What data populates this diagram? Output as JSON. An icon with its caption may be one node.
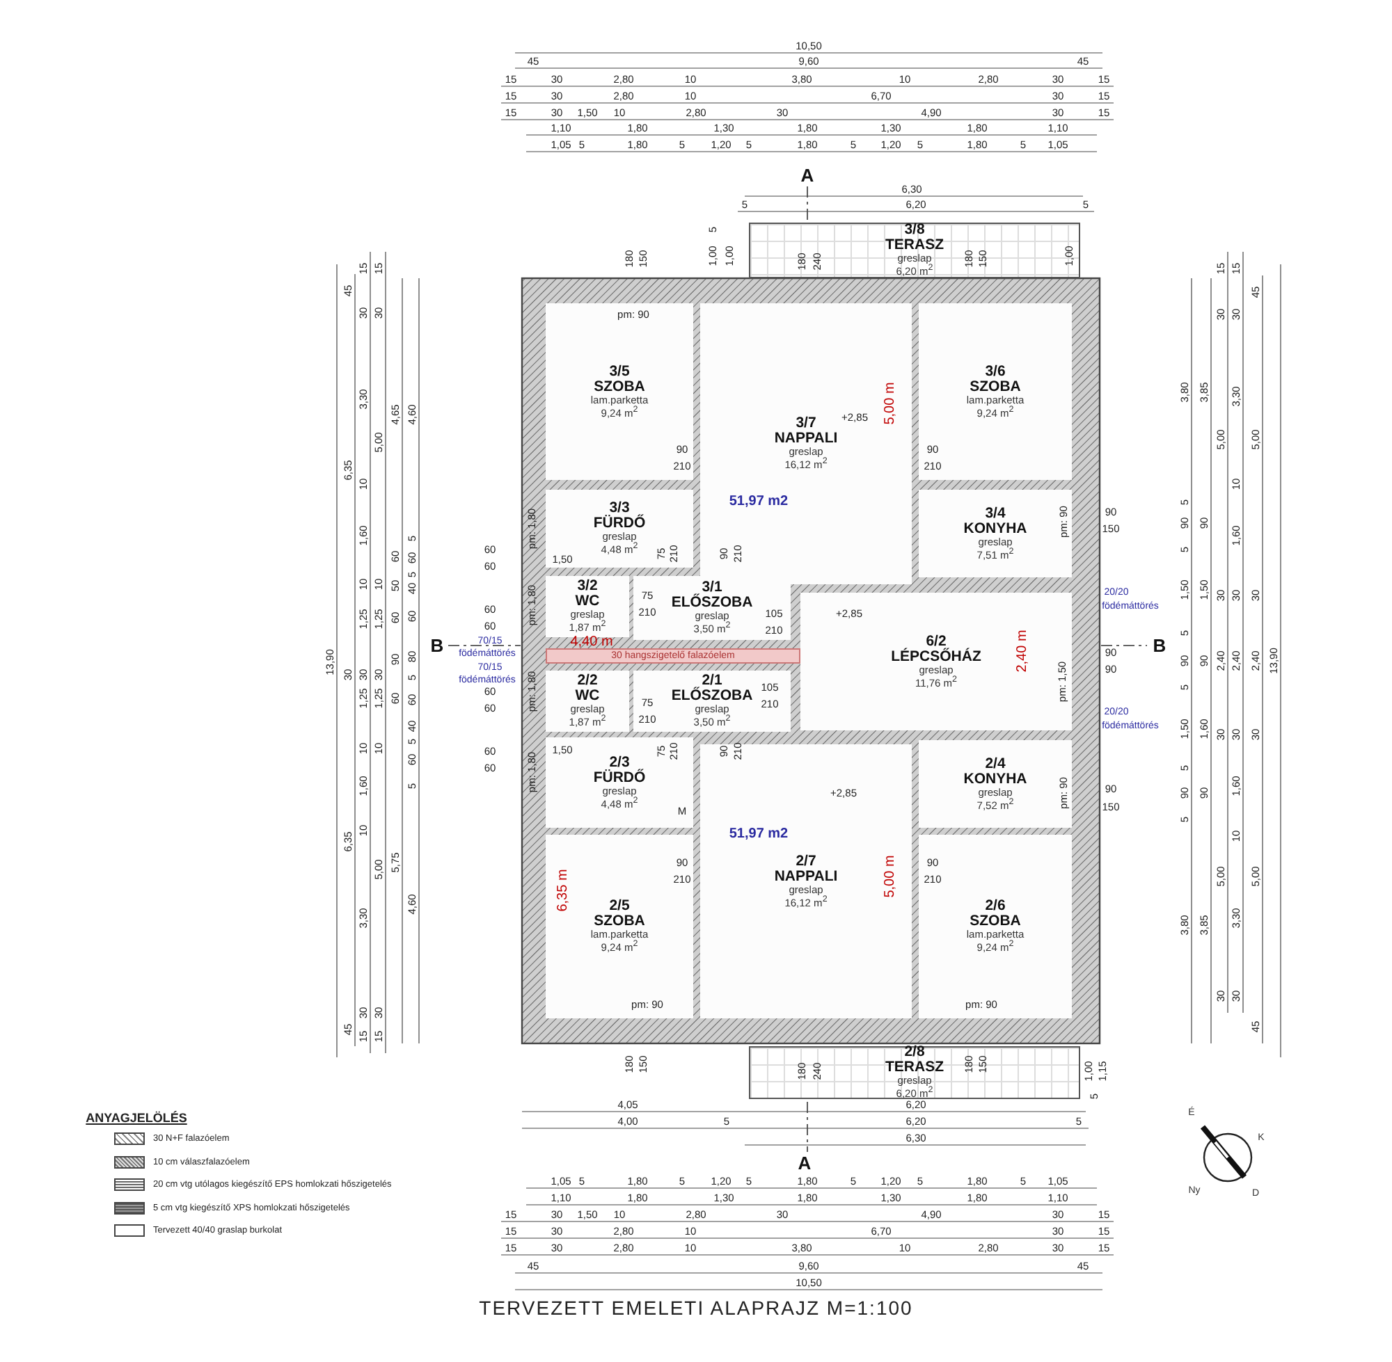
{
  "diagram": {
    "caption": "TERVEZETT EMELETI ALAPRAJZ M=1:100",
    "nodes": [
      {
        "text": [
          "3/8",
          "TERASZ",
          "greslap",
          "6,20 m$^{2}$"
        ]
      },
      {
        "text": [
          "3/5",
          "SZOBA",
          "lam.parketta",
          "9,24 m$^{2}$"
        ]
      },
      {
        "text": [
          "3/7",
          "NAPPALI",
          "greslap",
          "16,12 m$^{2}$"
        ]
      },
      {
        "text": [
          "3/6",
          "SZOBA",
          "lam.parketta",
          "9,24 m$^{2}$"
        ]
      },
      {
        "text": [
          "3/3",
          "FÜRDŐ",
          "greslap",
          "4,48 m$^{2}$"
        ]
      },
      {
        "text": [
          "3/4",
          "KONYHA",
          "greslap",
          "7,51 m$^{2}$"
        ]
      },
      {
        "text": [
          "3/2",
          "WC",
          "greslap",
          "1,87 m$^{2}$"
        ]
      },
      {
        "text": [
          "3/1",
          "ELŐSZOBA",
          "greslap",
          "3,50 m$^{2}$"
        ]
      },
      {
        "text": [
          "6/2",
          "LÉPCSŐHÁZ",
          "greslap",
          "11,76 m$^{2}$"
        ]
      },
      {
        "text": [
          "30 hangszigetelő falazóelem"
        ]
      },
      {
        "text": [
          "2/2",
          "WC",
          "greslap",
          "1,87 m$^{2}$"
        ]
      },
      {
        "text": [
          "2/1",
          "ELŐSZOBA",
          "greslap",
          "3,50 m$^{2}$"
        ]
      },
      {
        "text": [
          "2/3",
          "FÜRDŐ",
          "greslap",
          "4,48 m$^{2}$"
        ]
      },
      {
        "text": [
          "2/4",
          "KONYHA",
          "greslap",
          "7,52 m$^{2}$"
        ]
      },
      {
        "text": [
          "2/5",
          "SZOBA",
          "lam.parketta",
          "9,24 m$^{2}$"
        ]
      },
      {
        "text": [
          "2/7",
          "NAPPALI",
          "greslap",
          "16,12 m$^{2}$"
        ]
      },
      {
        "text": [
          "2/6",
          "SZOBA",
          "lam.parketta",
          "9,24 m$^{2}$"
        ]
      },
      {
        "text": [
          "2/8",
          "TERASZ",
          "greslap",
          "6,20 m$^{2}$"
        ]
      }
    ],
    "labels": [
      "10,50",
      "45",
      "9,60",
      "45",
      "15",
      "30",
      "2,80",
      "10",
      "3,80",
      "10",
      "2,80",
      "30",
      "15",
      "15",
      "30",
      "2,80",
      "10",
      "6,70",
      "30",
      "15",
      "15",
      "30",
      "1,50",
      "10",
      "2,80",
      "30",
      "4,90",
      "30",
      "15",
      "1,10",
      "1,80",
      "1,30",
      "1,80",
      "1,30",
      "1,80",
      "1,10",
      "1,05",
      "5",
      "1,80",
      "5",
      "1,20",
      "5",
      "1,80",
      "5",
      "1,20",
      "5",
      "1,80",
      "5",
      "1,05",
      "A",
      "6,30",
      "5",
      "6,20",
      "5",
      "180",
      "150",
      "5",
      "1,00",
      "1,00",
      "180",
      "240",
      "180",
      "150",
      "1,00",
      "pm: 90",
      "+2,85",
      "90",
      "210",
      "90",
      "210",
      "5,00 m",
      "51,97 m2",
      "pm: 1,80",
      "1,50",
      "pm: 90",
      "75",
      "210",
      "90",
      "210",
      "60",
      "60",
      "60",
      "60",
      "pm: 1,80",
      "75",
      "210",
      "4,40 m",
      "105",
      "210",
      "+2,85",
      "2,40 m",
      "pm: 1,50",
      "B",
      "70/15",
      "födémáttörés",
      "70/15",
      "födémáttörés",
      "B",
      "90",
      "150",
      "20/20",
      "födémáttörés",
      "90",
      "90",
      "20/20",
      "födémáttörés",
      "90",
      "150",
      "pm: 1,80",
      "75",
      "210",
      "105",
      "210",
      "60",
      "60",
      "60",
      "60",
      "1,50",
      "pm: 1,80",
      "75",
      "210",
      "90",
      "210",
      "M",
      "+2,85",
      "pm: 90",
      "51,97 m2",
      "6,35 m",
      "90",
      "210",
      "90",
      "210",
      "5,00 m",
      "pm: 90",
      "pm: 90",
      "180",
      "150",
      "180",
      "240",
      "180",
      "150",
      "1,00",
      "1,15",
      "5",
      "4,05",
      "6,20",
      "4,00",
      "5",
      "6,20",
      "5",
      "6,30",
      "A",
      "1,05",
      "5",
      "1,80",
      "5",
      "1,20",
      "5",
      "1,80",
      "5",
      "1,20",
      "5",
      "1,80",
      "5",
      "1,05",
      "1,10",
      "1,80",
      "1,30",
      "1,80",
      "1,30",
      "1,80",
      "1,10",
      "15",
      "30",
      "1,50",
      "10",
      "2,80",
      "30",
      "4,90",
      "30",
      "15",
      "15",
      "30",
      "2,80",
      "10",
      "6,70",
      "30",
      "15",
      "15",
      "30",
      "2,80",
      "10",
      "3,80",
      "10",
      "2,80",
      "30",
      "15",
      "45",
      "9,60",
      "45",
      "10,50",
      "13,90",
      "45",
      "6,35",
      "30",
      "6,35",
      "45",
      "15",
      "30",
      "3,30",
      "10",
      "1,60",
      "10",
      "1,25",
      "30",
      "1,25",
      "10",
      "1,60",
      "10",
      "3,30",
      "30",
      "15",
      "15",
      "30",
      "5,00",
      "10",
      "1,25",
      "30",
      "1,25",
      "10",
      "5,00",
      "30",
      "15",
      "4,65",
      "60",
      "50",
      "60",
      "90",
      "60",
      "5,75",
      "4,60",
      "5",
      "60",
      "5",
      "40",
      "60",
      "80",
      "5",
      "60",
      "40",
      "5",
      "60",
      "5",
      "4,60",
      "3,80",
      "5",
      "90",
      "5",
      "1,50",
      "5",
      "90",
      "5",
      "1,50",
      "5",
      "90",
      "5",
      "3,80",
      "3,85",
      "90",
      "1,50",
      "90",
      "1,60",
      "90",
      "3,85",
      "15",
      "30",
      "5,00",
      "30",
      "2,40",
      "30",
      "5,00",
      "30",
      "15",
      "30",
      "3,30",
      "10",
      "1,60",
      "30",
      "2,40",
      "30",
      "1,60",
      "10",
      "3,30",
      "30",
      "45",
      "5,00",
      "30",
      "2,40",
      "30",
      "5,00",
      "45",
      "13,90",
      "ANYAGJELÖLÉS",
      "É",
      "K",
      "Ny",
      "D"
    ],
    "legend": [
      {
        "text": "30 N+F falazóelem"
      },
      {
        "text": "10 cm válaszfalazóelem"
      },
      {
        "text": "20 cm vtg utólagos kiegészítő EPS homlokzati hőszigetelés"
      },
      {
        "text": "5 cm vtg kiegészítő XPS homlokzati hőszigetelés"
      },
      {
        "text": "Tervezett 40/40 graslap burkolat"
      }
    ]
  }
}
